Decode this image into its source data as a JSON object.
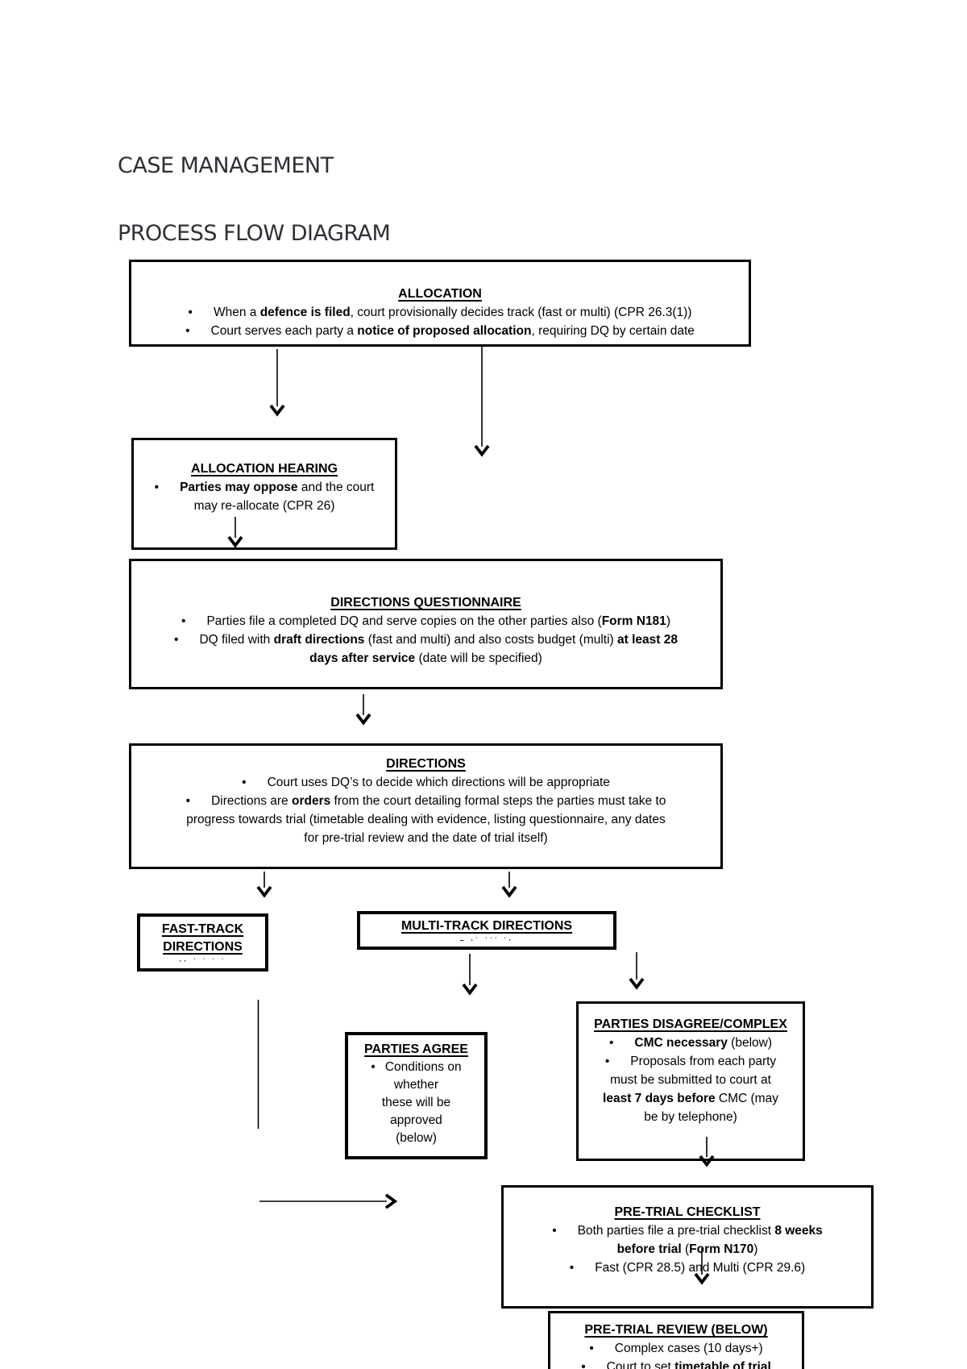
{
  "page": {
    "title": "CASE MANAGEMENT",
    "subtitle": "PROCESS FLOW DIAGRAM"
  },
  "flowchart": {
    "allocation": {
      "heading": "ALLOCATION",
      "bullets": [
        [
          {
            "t": "When a "
          },
          {
            "t": "defence is filed",
            "b": true
          },
          {
            "t": ", court provisionally decides track (fast or multi) (CPR 26.3(1))"
          }
        ],
        [
          {
            "t": "Court serves each party a "
          },
          {
            "t": "notice of proposed allocation",
            "b": true
          },
          {
            "t": ", requiring DQ by certain date"
          }
        ]
      ]
    },
    "allocation_hearing": {
      "heading": "ALLOCATION HEARING",
      "bullets": [
        [
          {
            "t": "Parties may oppose",
            "b": true
          },
          {
            "t": " and the court\nmay re-allocate (CPR 26)"
          }
        ]
      ]
    },
    "directions_questionnaire": {
      "heading": "DIRECTIONS QUESTIONNAIRE",
      "bullets": [
        [
          {
            "t": "Parties file a completed DQ and serve copies on the other parties also ("
          },
          {
            "t": "Form N181",
            "b": true
          },
          {
            "t": ")"
          }
        ],
        [
          {
            "t": "DQ filed with "
          },
          {
            "t": "draft directions",
            "b": true
          },
          {
            "t": " (fast and multi) and also costs budget (multi) "
          },
          {
            "t": "at least 28\ndays after service",
            "b": true
          },
          {
            "t": " (date will be specified)"
          }
        ]
      ]
    },
    "directions": {
      "heading": "DIRECTIONS",
      "bullets": [
        [
          {
            "t": "Court uses DQ’s to decide which directions will be appropriate"
          }
        ],
        [
          {
            "t": "Directions are "
          },
          {
            "t": "orders",
            "b": true
          },
          {
            "t": " from the court detailing formal steps the parties must take to\nprogress towards trial (timetable dealing with evidence, listing questionnaire, any dates\nfor pre-trial review and the date of trial itself)"
          }
        ]
      ]
    },
    "fast_track_directions": {
      "heading": "FAST-TRACK\nDIRECTIONS",
      "clipped_marks": "·· ˈ   ˈ   ˈ   ˈ"
    },
    "multi_track_directions": {
      "heading": "MULTI-TRACK DIRECTIONS",
      "clipped_marks": "–  ·ˈ   ˈˈˈ  ˈ·"
    },
    "parties_agree": {
      "heading": "PARTIES AGREE",
      "bullets": [
        [
          {
            "t": "Conditions on\nwhether\nthese will be\napproved\n(below)"
          }
        ]
      ]
    },
    "parties_disagree_complex": {
      "heading": "PARTIES DISAGREE/COMPLEX",
      "bullets": [
        [
          {
            "t": "CMC necessary",
            "b": true
          },
          {
            "t": " (below)"
          }
        ],
        [
          {
            "t": "Proposals from each party\nmust be submitted to court at\n"
          },
          {
            "t": "least 7 days before",
            "b": true
          },
          {
            "t": " CMC (may\nbe by telephone)"
          }
        ]
      ]
    },
    "pre_trial_checklist": {
      "heading": "PRE-TRIAL CHECKLIST",
      "bullets": [
        [
          {
            "t": "Both parties file a pre-trial checklist "
          },
          {
            "t": "8 weeks\nbefore trial",
            "b": true
          },
          {
            "t": "  ("
          },
          {
            "t": "Form N170",
            "b": true
          },
          {
            "t": ")"
          }
        ],
        [
          {
            "t": "Fast (CPR 28.5) and Multi (CPR 29.6)"
          }
        ]
      ]
    },
    "pre_trial_review": {
      "heading": "PRE-TRIAL REVIEW (BELOW)",
      "bullets": [
        [
          {
            "t": "Complex cases (10 days+)"
          }
        ],
        [
          {
            "t": "Court to set "
          },
          {
            "t": "timetable of trial",
            "b": true
          }
        ]
      ]
    }
  }
}
